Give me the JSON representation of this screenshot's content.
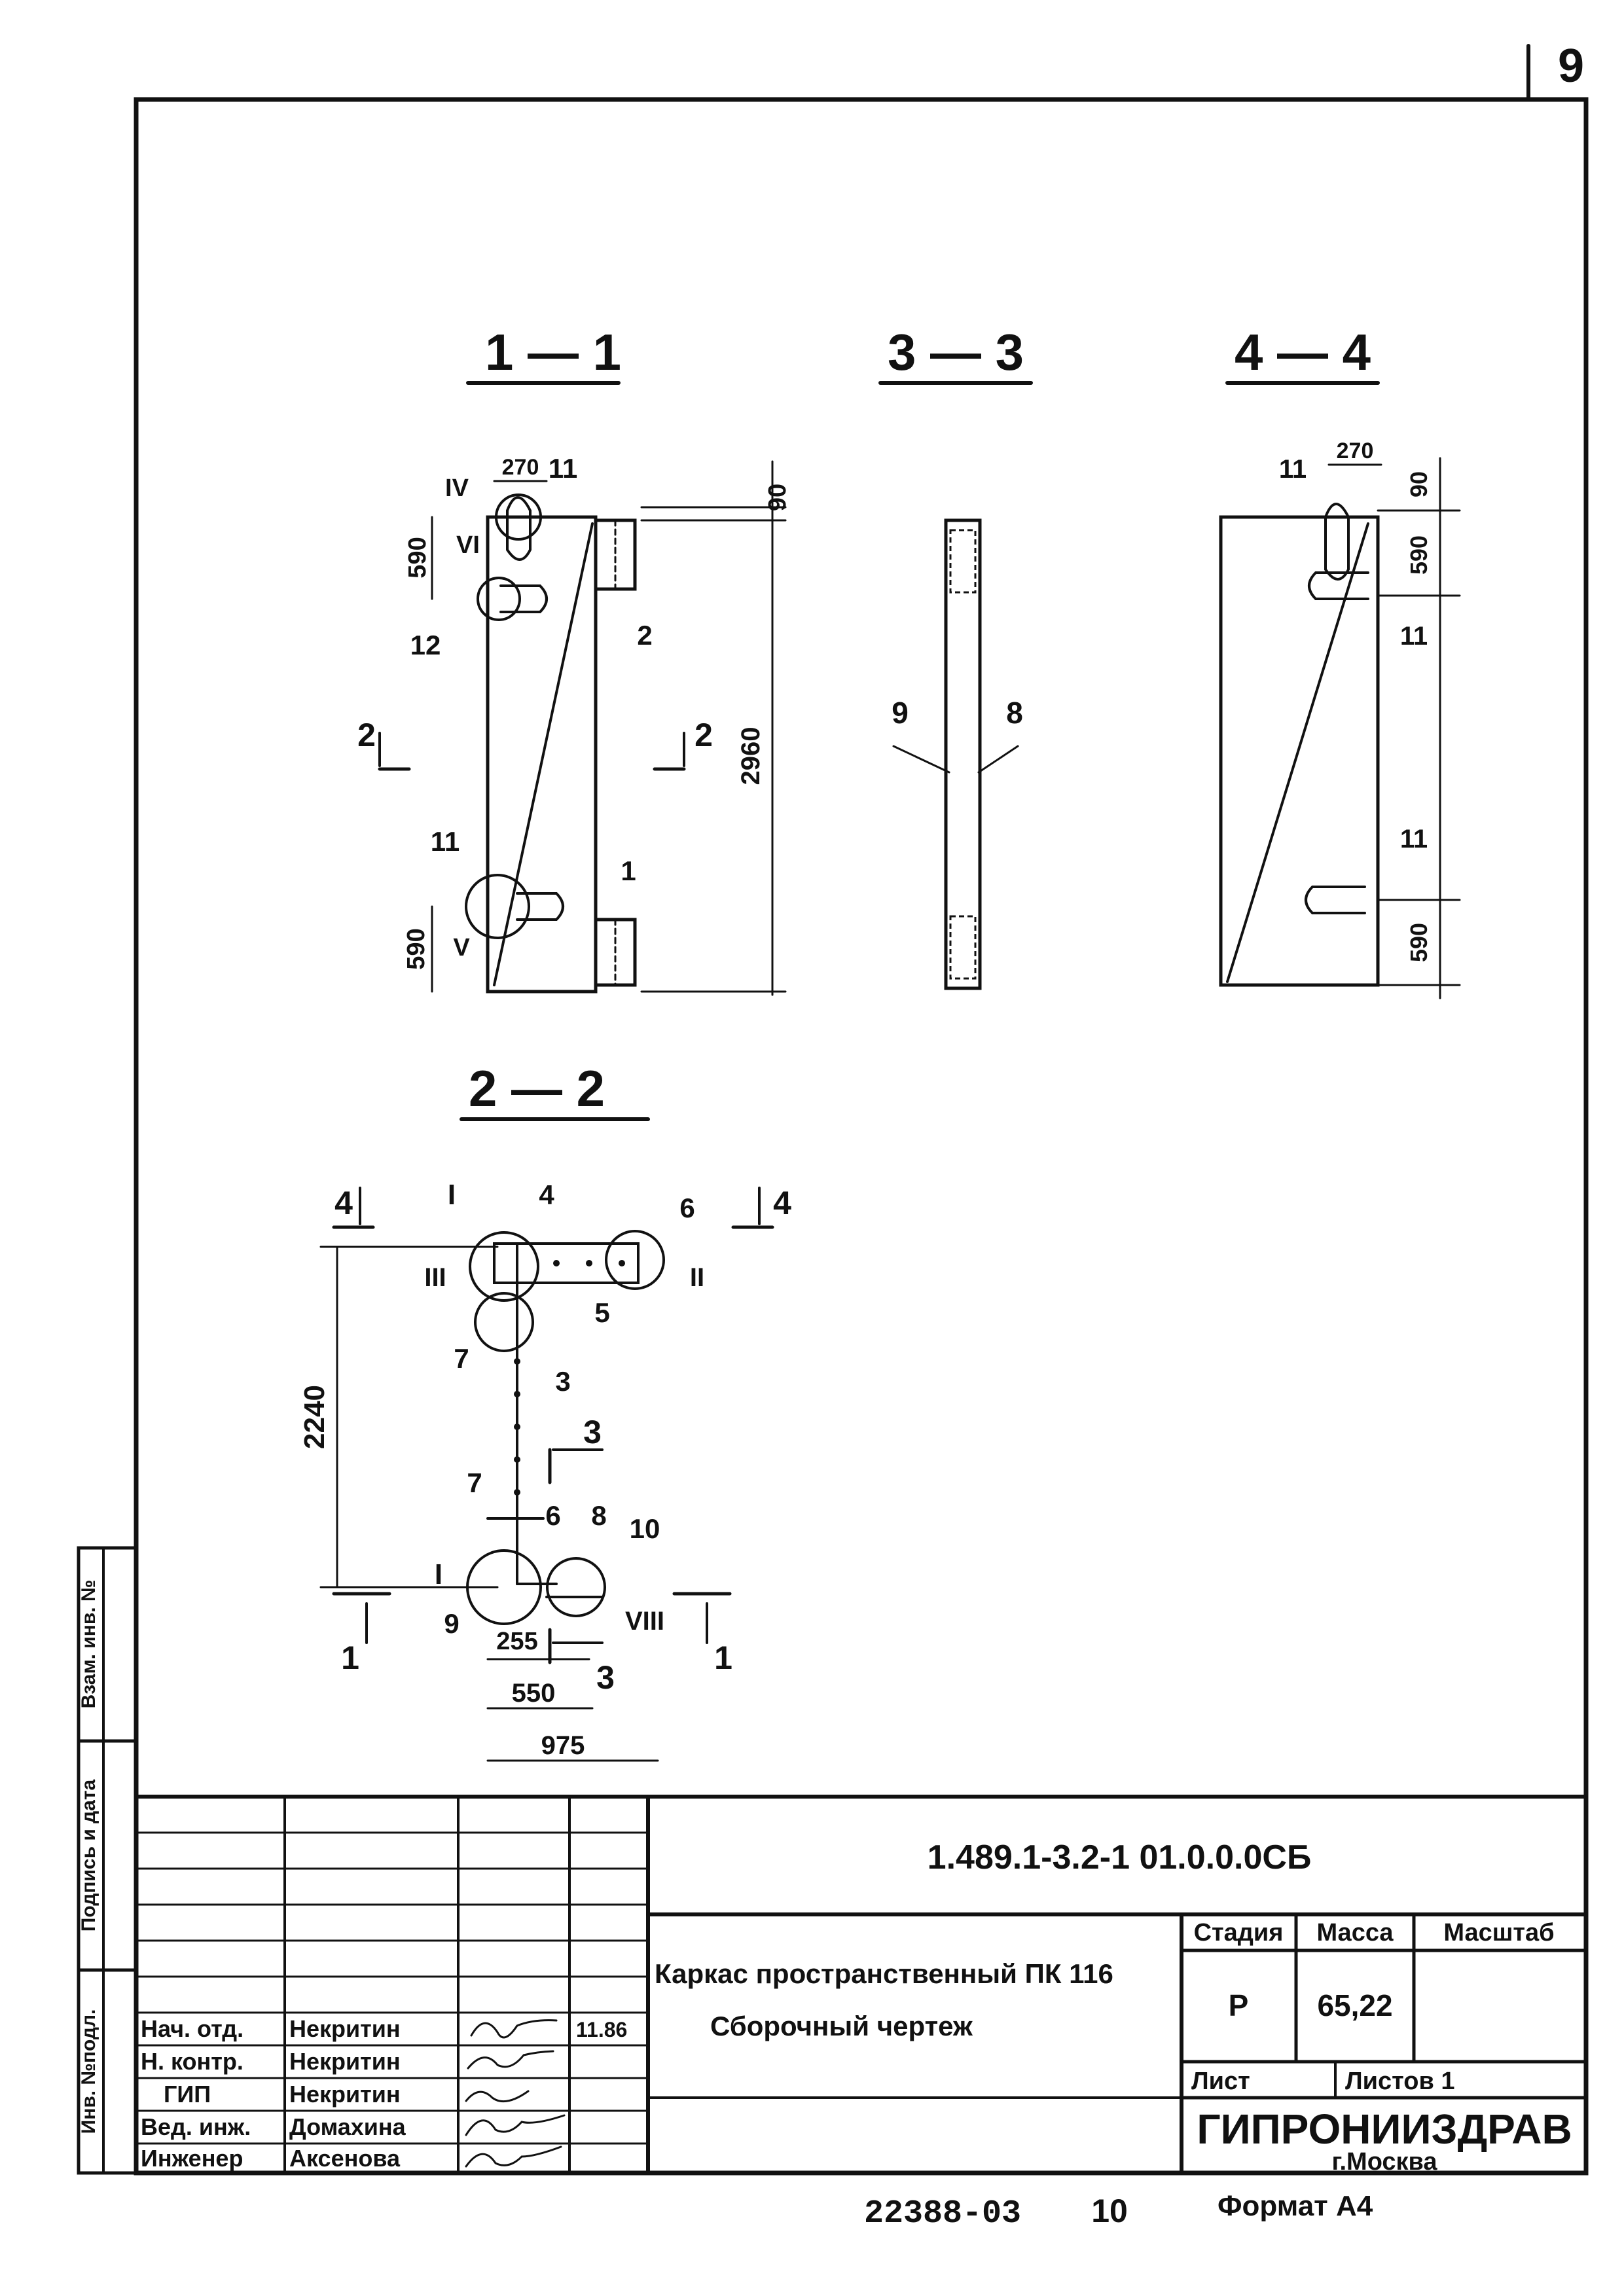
{
  "page_number": "9",
  "sections": {
    "s11": {
      "title": "1 — 1",
      "dim_width": "270",
      "dim_top": "90",
      "dim_upper": "590",
      "dim_lower": "590",
      "dim_height": "2960",
      "marks": [
        "11",
        "12",
        "2",
        "11",
        "1"
      ],
      "nodes": [
        "IV",
        "VI",
        "V"
      ],
      "cut_left": "2",
      "cut_right": "2"
    },
    "s33": {
      "title": "3 — 3",
      "marks": [
        "9",
        "8"
      ]
    },
    "s44": {
      "title": "4 — 4",
      "dim_width": "270",
      "dim_top": "90",
      "dim_upper": "590",
      "dim_lower": "590",
      "marks": [
        "11",
        "11",
        "11"
      ]
    },
    "s22": {
      "title": "2 — 2",
      "dim_height": "2240",
      "dim_a": "255",
      "dim_b": "550",
      "dim_c": "975",
      "marks": [
        "4",
        "6",
        "5",
        "7",
        "3",
        "7",
        "6",
        "8",
        "10",
        "9"
      ],
      "nodes": [
        "I",
        "II",
        "III",
        "I",
        "VIII"
      ],
      "cut_4l": "4",
      "cut_4r": "4",
      "cut_1l": "1",
      "cut_1r": "1",
      "cut_3a": "3",
      "cut_3b": "3"
    }
  },
  "side_labels": {
    "inv_podl": "Инв. №подл.",
    "podpis": "Подпись и дата",
    "vzam": "Взам. инв. №"
  },
  "title_block": {
    "doc_code": "1.489.1-3.2-1 01.0.0.0СБ",
    "title_line1": "Каркас пространственный ПК 116",
    "title_line2": "Сборочный чертеж",
    "stage_header": "Стадия",
    "mass_header": "Масса",
    "scale_header": "Масштаб",
    "stage": "Р",
    "mass": "65,22",
    "sheet_label": "Лист",
    "sheets_label": "Листов 1",
    "org": "ГИПРОНИИЗДРАВ",
    "city": "г.Москва",
    "roles": [
      {
        "role": "Нач. отд.",
        "name": "Некритин",
        "date": "11.86"
      },
      {
        "role": "Н. контр.",
        "name": "Некритин",
        "date": ""
      },
      {
        "role": "ГИП",
        "name": "Некритин",
        "date": ""
      },
      {
        "role": "Вед. инж.",
        "name": "Домахина",
        "date": ""
      },
      {
        "role": "Инженер",
        "name": "Аксенова",
        "date": ""
      }
    ]
  },
  "footer": {
    "archive_no": "22388-03",
    "page_no": "10",
    "format": "Формат А4"
  }
}
